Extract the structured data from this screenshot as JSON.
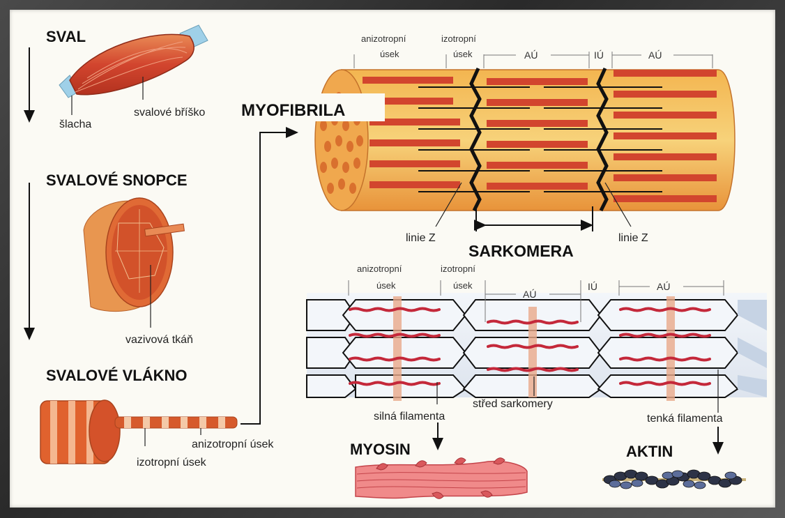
{
  "headings": {
    "sval": "SVAL",
    "svalove_snopce": "SVALOVÉ SNOPCE",
    "svalove_vlakno": "SVALOVÉ VLÁKNO",
    "myofibrila": "MYOFIBRILA",
    "sarkomera": "SARKOMERA",
    "myosin": "MYOSIN",
    "aktin": "AKTIN"
  },
  "labels": {
    "slacha": "šlacha",
    "svalove_brisko": "svalové bříško",
    "vazivova_tkan": "vazivová tkáň",
    "anizotropni_usek": "anizotropní úsek",
    "izotropni_usek": "izotropní úsek",
    "linie_z_left": "linie Z",
    "linie_z_right": "linie Z",
    "silna_filamenta": "silná filamenta",
    "stred_sarkomery": "střed sarkomery",
    "tenka_filamenta": "tenká filamenta"
  },
  "band_labels_top": {
    "anizotropni": "anizotropní",
    "anizotropni_usek": "úsek",
    "izotropni": "izotropní",
    "izotropni_usek": "úsek",
    "au1": "AÚ",
    "iu": "IÚ",
    "au2": "AÚ"
  },
  "band_labels_bottom": {
    "anizotropni": "anizotropní",
    "anizotropni_usek": "úsek",
    "izotropni": "izotropní",
    "izotropni_usek": "úsek",
    "au1": "AÚ",
    "iu": "IÚ",
    "au2": "AÚ"
  },
  "colors": {
    "muscle_red": "#d2452e",
    "muscle_orange": "#e8822f",
    "fiber_yellow": "#f6d37a",
    "tendon_blue": "#9fd0e8",
    "filament_red": "#c4283a",
    "filament_pale": "#e9eef6",
    "frame": "#3a3a3a"
  }
}
